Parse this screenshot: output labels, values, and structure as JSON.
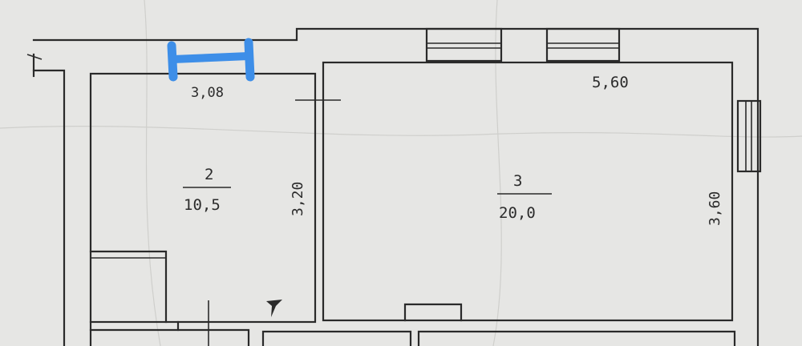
{
  "rooms": [
    {
      "number": "2",
      "area": "10,5"
    },
    {
      "number": "3",
      "area": "20,0"
    }
  ],
  "dimensions": {
    "room2_width": "3,08",
    "room2_height": "3,20",
    "room3_width": "5,60",
    "room3_height": "3,60"
  },
  "colors": {
    "paper": "#e6e6e4",
    "ink": "#2a2a2a",
    "highlight": "#3d8ee8"
  }
}
